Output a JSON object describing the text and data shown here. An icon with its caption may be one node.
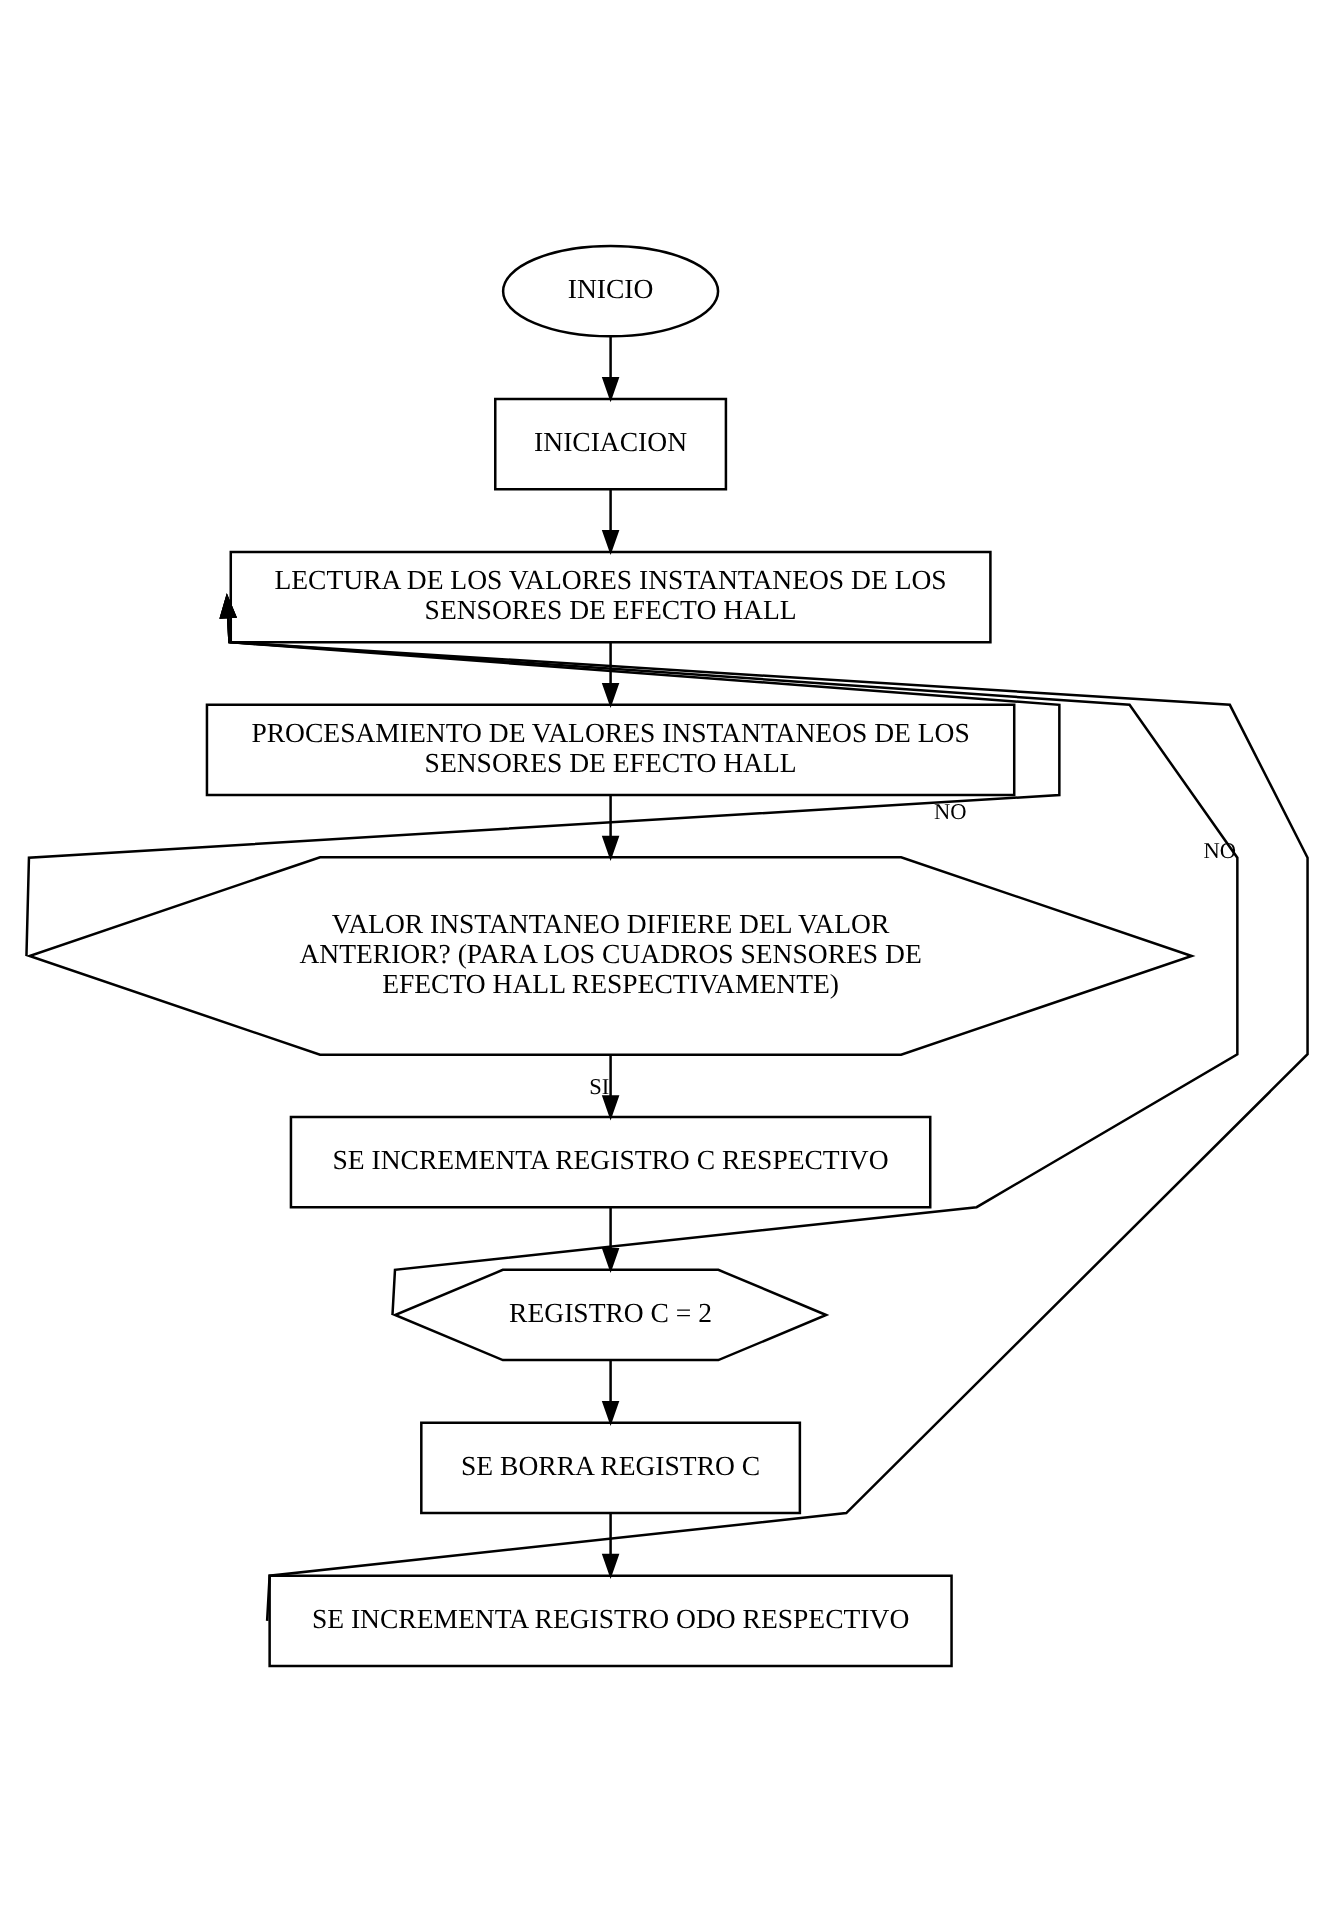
{
  "diagram": {
    "nodes": [
      {
        "text": [
          "INICIO"
        ]
      },
      {
        "text": [
          "INICIACION"
        ]
      },
      {
        "text": [
          "LECTURA DE LOS VALORES INSTANTANEOS DE LOS SENSORES DE EFECTO HALL"
        ]
      },
      {
        "text": [
          "PROCESAMIENTO DE VALORES INSTANTANEOS DE LOS SENSORES DE EFECTO HALL"
        ]
      },
      {
        "text": [
          "VALOR INSTANTANEO DIFIERE DEL VALOR ANTERIOR? (PARA LOS CUADROS SENSORES DE EFECTO HALL RESPECTIVAMENTE)"
        ]
      },
      {
        "text": [
          "SE INCREMENTA REGISTRO C RESPECTIVO"
        ]
      },
      {
        "text": [
          "REGISTRO C = 2"
        ]
      },
      {
        "text": [
          "SE BORRA REGISTRO C"
        ]
      },
      {
        "text": [
          "SE INCREMENTA REGISTRO ODO RESPECTIVO"
        ]
      }
    ],
    "edges": [
      {
        "from": 0,
        "to": 1,
        "arrow": "to"
      },
      {
        "from": 1,
        "to": 2,
        "arrow": "to"
      },
      {
        "from": 2,
        "to": 3,
        "arrow": "to"
      },
      {
        "from": 3,
        "to": 4,
        "arrow": "to"
      },
      {
        "from": 4,
        "to": 5,
        "label": "SI",
        "arrow": "to"
      },
      {
        "from": 5,
        "to": 6,
        "arrow": "to"
      },
      {
        "from": 6,
        "to": 7,
        "arrow": "to"
      },
      {
        "from": 7,
        "to": 8,
        "arrow": "to"
      },
      {
        "from": 4,
        "to": 2,
        "label": "NO",
        "arrow": "to"
      },
      {
        "from": 6,
        "to": 2,
        "label": "NO",
        "arrow": "to"
      },
      {
        "from": 8,
        "to": 2,
        "arrow": "to"
      }
    ]
  }
}
